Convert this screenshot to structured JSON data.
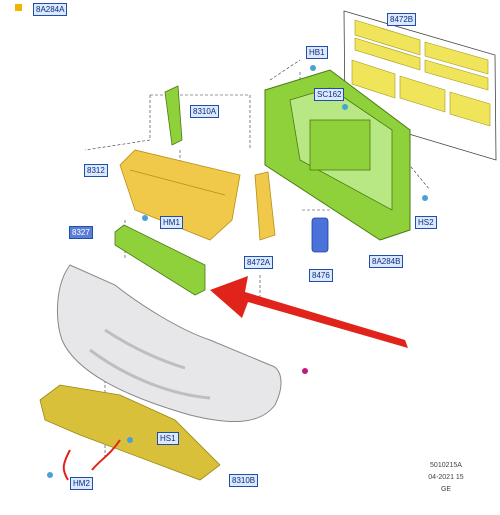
{
  "callouts": {
    "c_8A284A": "8A284A",
    "c_8472B": "8472B",
    "c_HB1": "HB1",
    "c_SC162": "SC162",
    "c_8310A": "8310A",
    "c_8312": "8312",
    "c_HM1": "HM1",
    "c_8327": "8327",
    "c_HS2": "HS2",
    "c_8472A": "8472A",
    "c_8476": "8476",
    "c_8A284B": "8A284B",
    "c_HS1": "HS1",
    "c_HM2": "HM2",
    "c_8310B": "8310B"
  },
  "footer": {
    "line1": "5010215A",
    "line2": "04-2021 15",
    "line3": "GE"
  },
  "colors": {
    "part_green": "#8fd13a",
    "part_yellow": "#f0c84a",
    "part_mustard": "#d8c03a",
    "bumper": "#e7e7ea",
    "arrow_red": "#e0231b",
    "callout_border": "#1f4fa8",
    "callout_fill": "#dbe8ff"
  }
}
